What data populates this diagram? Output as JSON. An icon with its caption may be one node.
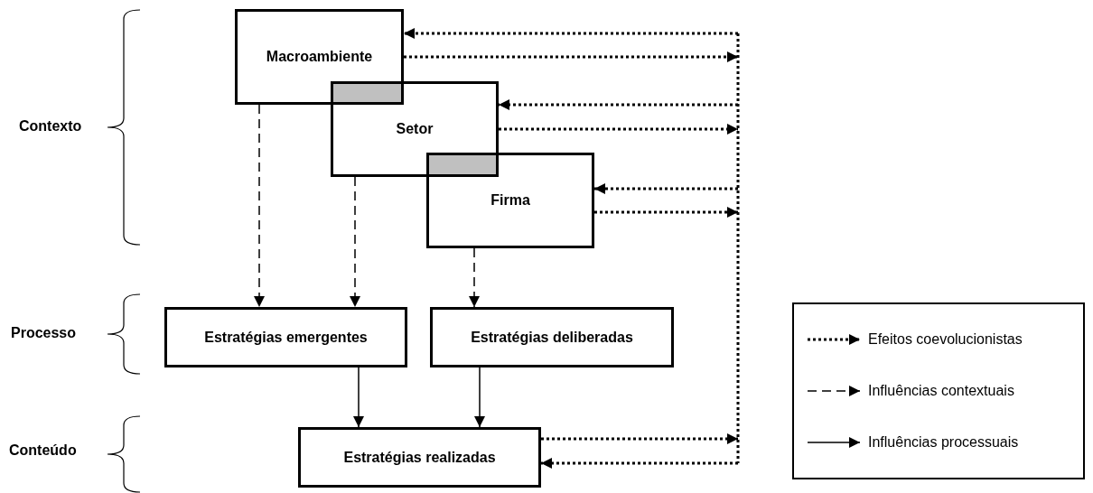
{
  "diagram": {
    "nodes": [
      {
        "text": [
          "Macroambiente"
        ]
      },
      {
        "text": [
          "Setor"
        ]
      },
      {
        "text": [
          "Firma"
        ]
      },
      {
        "text": [
          "Estratégias emergentes"
        ]
      },
      {
        "text": [
          "Estratégias deliberadas"
        ]
      },
      {
        "text": [
          "Estratégias realizadas"
        ]
      },
      {
        "text": [],
        "shape": "box"
      },
      {
        "text": [],
        "shape": "box"
      }
    ],
    "edges": [
      {
        "from": 0,
        "to": null,
        "arrow": "to",
        "style": "dashed"
      },
      {
        "from": null,
        "to": 0,
        "arrow": "to",
        "style": "dashed"
      },
      {
        "from": 1,
        "to": null,
        "arrow": "to",
        "style": "dashed"
      },
      {
        "from": null,
        "to": 1,
        "arrow": "to",
        "style": "dashed"
      },
      {
        "from": 2,
        "to": null,
        "arrow": "to",
        "style": "dashed"
      },
      {
        "from": null,
        "to": 2,
        "arrow": "to",
        "style": "dashed"
      },
      {
        "from": 0,
        "to": 3,
        "arrow": "to",
        "style": "dashed"
      },
      {
        "from": 1,
        "to": 3,
        "arrow": "to",
        "style": "dashed"
      },
      {
        "from": 2,
        "to": 4,
        "arrow": "to",
        "style": "dashed"
      },
      {
        "from": 3,
        "to": 5,
        "arrow": "to"
      },
      {
        "from": 4,
        "to": 5,
        "arrow": "to"
      },
      {
        "from": 5,
        "to": null,
        "arrow": "to",
        "style": "dashed"
      },
      {
        "from": null,
        "to": 5,
        "arrow": "to",
        "style": "dashed"
      }
    ],
    "labels": [
      "Contexto",
      "Processo",
      "Conteúdo"
    ],
    "legend": [
      {
        "text": "Efeitos coevolucionistas"
      },
      {
        "text": "Influências contextuais"
      },
      {
        "text": "Influências processuais"
      }
    ]
  }
}
